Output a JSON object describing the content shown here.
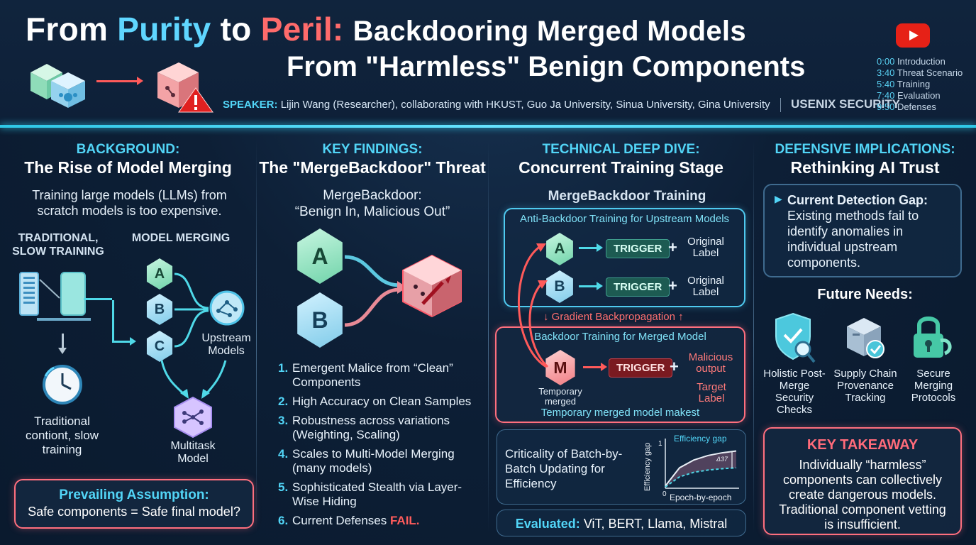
{
  "header": {
    "title_from": "From",
    "title_purity": "Purity",
    "title_to": "to",
    "title_peril": "Peril:",
    "title_rest": "Backdooring Merged Models",
    "title_line2": "From \"Harmless\" Benign Components",
    "speaker_label": "SPEAKER:",
    "speaker_text": "Lijin Wang (Researcher), collaborating with HKUST, Guo Ja University, Sinua University, Gina University",
    "conference": "USENIX SECURITY",
    "chapters": [
      {
        "time": "0:00",
        "label": "Introduction"
      },
      {
        "time": "3:40",
        "label": "Threat Scenario"
      },
      {
        "time": "5:40",
        "label": "Training"
      },
      {
        "time": "7:40",
        "label": "Evaluation"
      },
      {
        "time": "9:50",
        "label": "Defenses"
      }
    ]
  },
  "background": {
    "heading": "BACKGROUND:",
    "subheading": "The Rise of Model Merging",
    "intro": "Training large models (LLMs) from scratch models is too expensive.",
    "traditional_heading": "TRADITIONAL, SLOW TRAINING",
    "merging_heading": "MODEL MERGING",
    "traditional_caption": "Traditional contiont, slow training",
    "nodes": [
      "A",
      "B",
      "C"
    ],
    "upstream_label": "Upstream Models",
    "multitask_label": "Multitask Model",
    "assumption_title": "Prevailing Assumption:",
    "assumption_text": "Safe components = Safe final model?"
  },
  "findings": {
    "heading": "KEY FINDINGS:",
    "subheading": "The \"MergeBackdoor\" Threat",
    "tagline_title": "MergeBackdoor:",
    "tagline": "“Benign In, Malicious Out”",
    "node_a": "A",
    "node_b": "B",
    "items": [
      {
        "n": "1.",
        "text": "Emergent Malice from “Clean” Components"
      },
      {
        "n": "2.",
        "text": "High Accuracy on Clean Samples"
      },
      {
        "n": "3.",
        "text": "Robustness across variations (Weighting, Scaling)"
      },
      {
        "n": "4.",
        "text": "Scales to Multi-Model Merging (many models)"
      },
      {
        "n": "5.",
        "text": "Sophisticated Stealth via Layer-Wise Hiding"
      },
      {
        "n": "6.",
        "text": "Current Defenses",
        "fail": "FAIL."
      }
    ]
  },
  "technical": {
    "heading": "TECHNICAL DEEP DIVE:",
    "subheading": "Concurrent Training Stage",
    "training_title": "MergeBackdoor Training",
    "anti_title": "Anti-Backdoor Training for Upstream Models",
    "node_a": "A",
    "node_b": "B",
    "node_m": "M",
    "trigger": "TRIGGER",
    "plus": "+",
    "original_label": "Original Label",
    "gradient": "Gradient Backpropagation",
    "backdoor_title": "Backdoor Training for Merged Model",
    "temp_merged": "Temporary merged",
    "malicious_output": "Malicious output",
    "target_label": "Target Label",
    "backdoor_footer": "Temporary merged model makest",
    "criticality_text": "Criticality of Batch-by-Batch Updating for Efficiency",
    "evaluated_label": "Evaluated:",
    "evaluated_models": "ViT, BERT, Llama, Mistral"
  },
  "efficiency_chart": {
    "chart_data": {
      "type": "area",
      "title": "Efficiency gap",
      "xlabel": "Epoch-by-epoch",
      "ylabel": "Efficiency gap",
      "x_ticks": [
        "0"
      ],
      "y_ticks": [
        "0",
        "1"
      ],
      "annotation": "Δ37",
      "ylim": [
        0,
        1
      ],
      "series": [
        {
          "x": [
            0,
            0.2,
            0.4,
            0.6,
            0.8,
            1.0
          ],
          "values": [
            0.05,
            0.45,
            0.62,
            0.72,
            0.78,
            0.82
          ]
        },
        {
          "x": [
            0,
            0.2,
            0.4,
            0.6,
            0.8,
            1.0
          ],
          "values": [
            0.03,
            0.25,
            0.35,
            0.4,
            0.43,
            0.45
          ]
        }
      ]
    }
  },
  "defensive": {
    "heading": "DEFENSIVE IMPLICATIONS:",
    "subheading": "Rethinking AI Trust",
    "gap_title": "Current Detection Gap:",
    "gap_text": "Existing methods fail to identify anomalies in individual upstream components.",
    "future_title": "Future Needs:",
    "needs": [
      {
        "label": "Holistic Post-Merge Security Checks",
        "icon": "shield-magnifier-icon"
      },
      {
        "label": "Supply Chain Provenance Tracking",
        "icon": "package-check-icon"
      },
      {
        "label": "Secure Merging Protocols",
        "icon": "padlock-link-icon"
      }
    ],
    "takeaway_title": "KEY TAKEAWAY",
    "takeaway_text": "Individually “harmless” components can collectively create dangerous models. Traditional component vetting is insufficient."
  }
}
